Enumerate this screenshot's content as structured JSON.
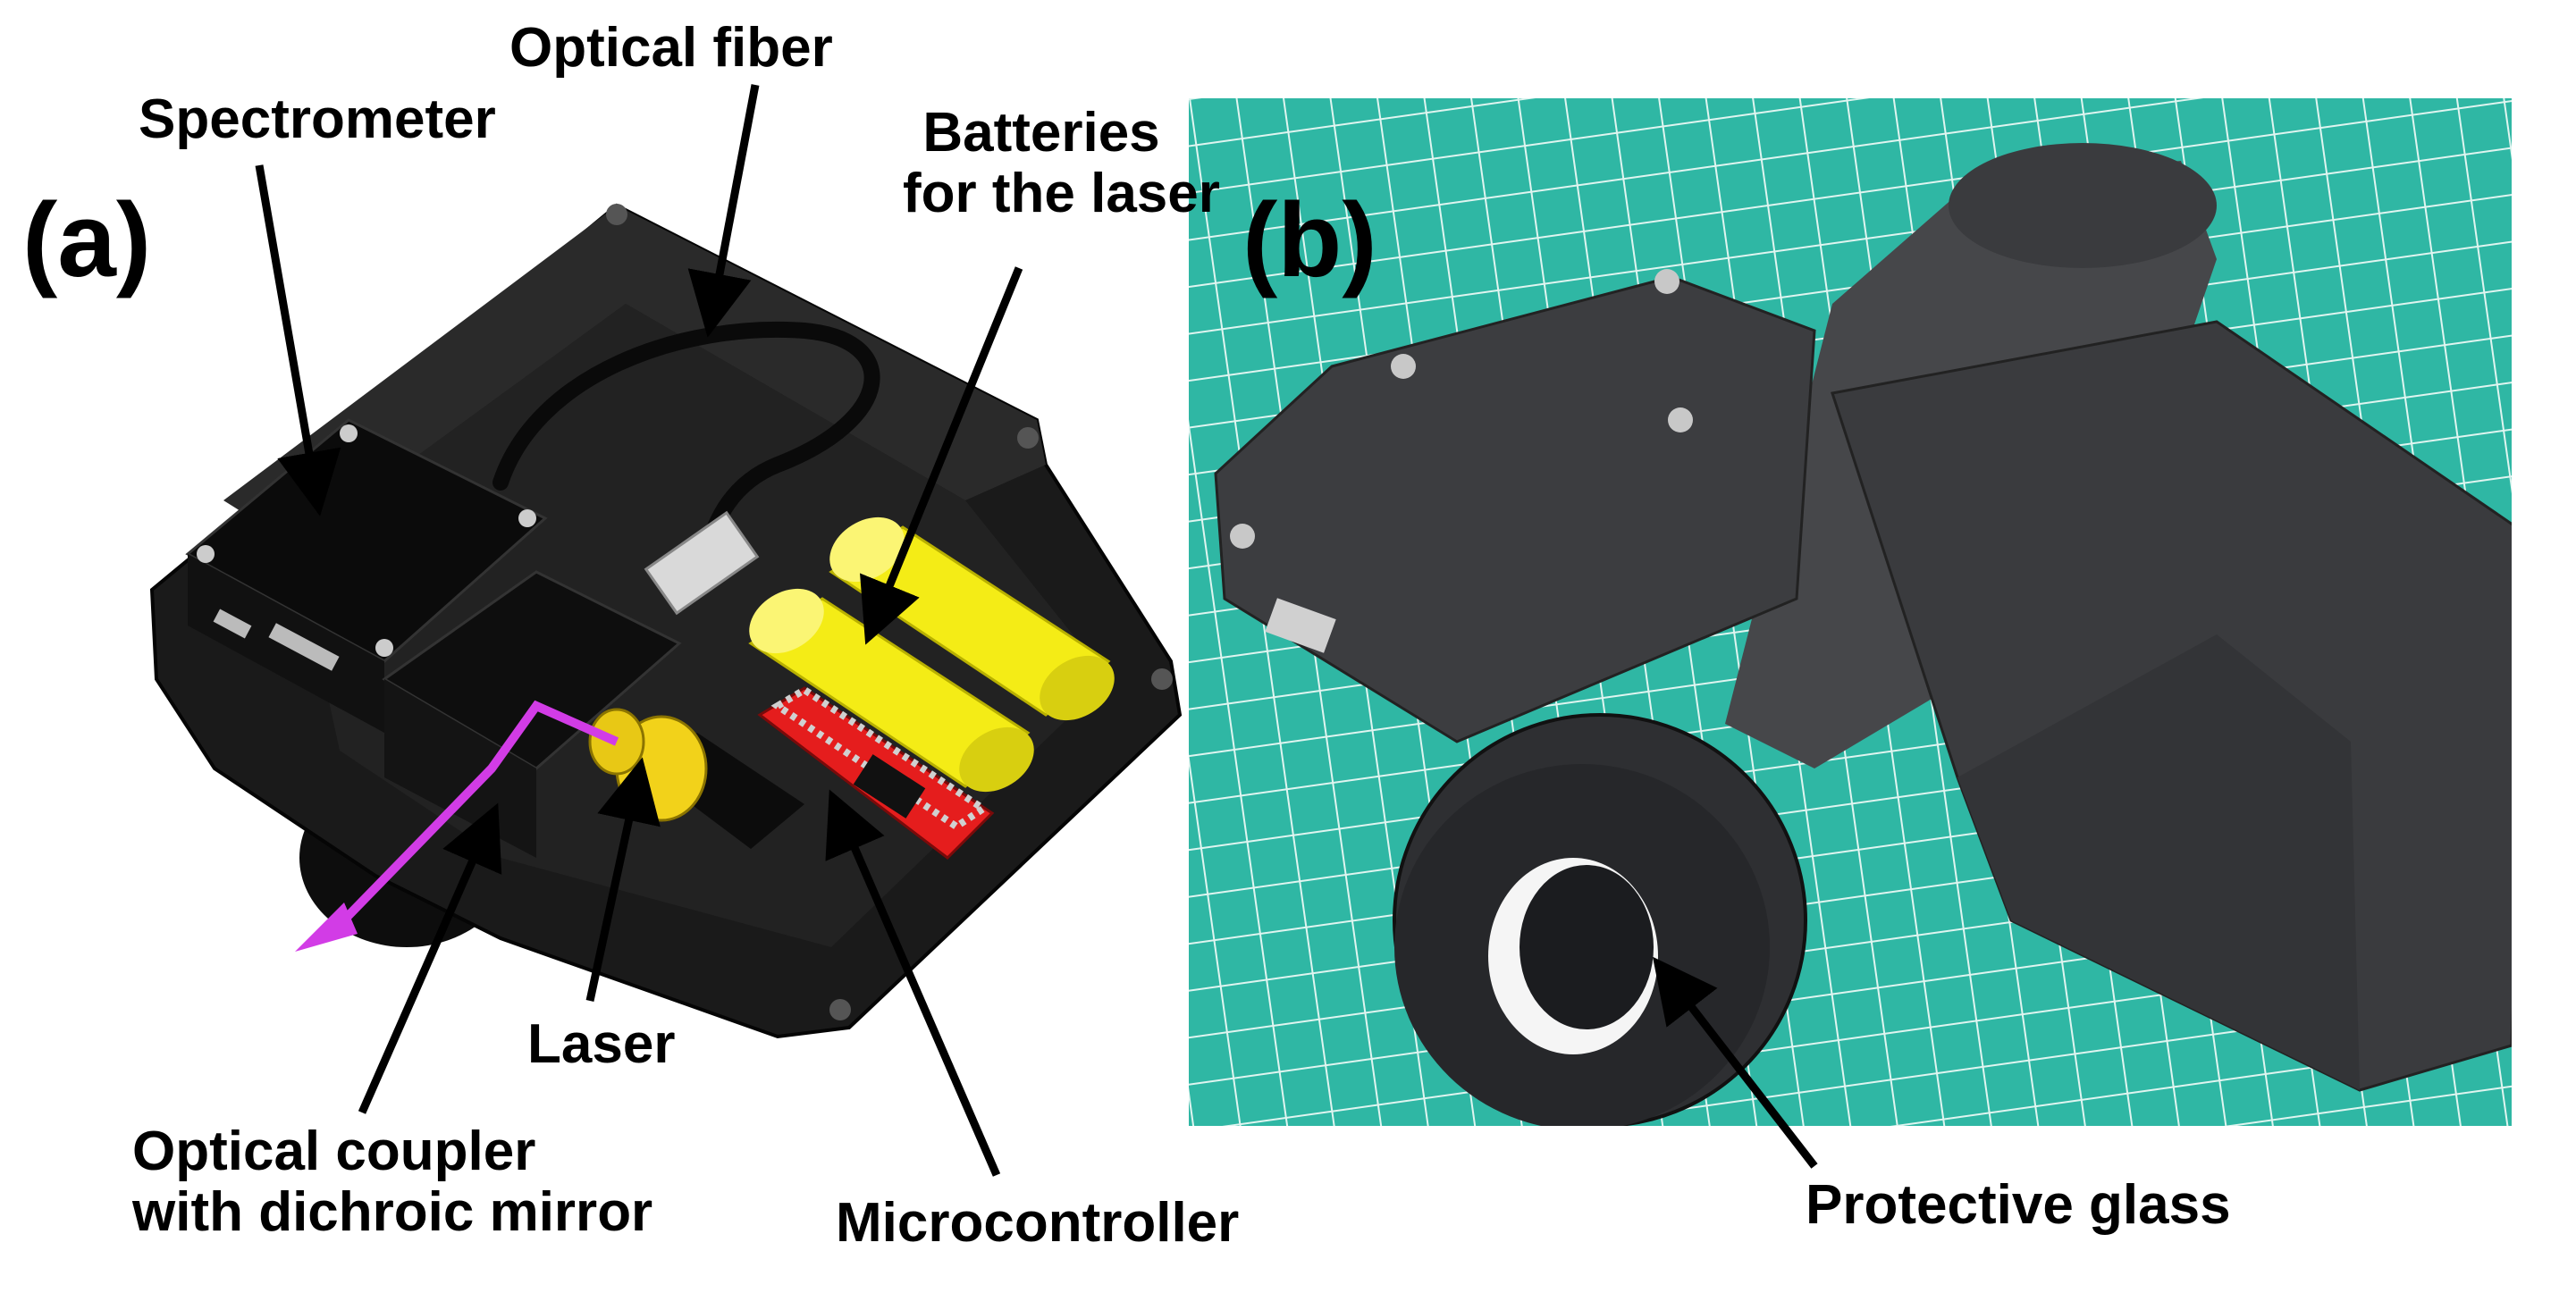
{
  "panel_a": {
    "tag": "(a)",
    "labels": {
      "spectrometer": "Spectrometer",
      "optical_fiber": "Optical fiber",
      "batteries_line1": "Batteries",
      "batteries_line2": "for the laser",
      "laser": "Laser",
      "coupler_line1": "Optical coupler",
      "coupler_line2": "with dichroic mirror",
      "microcontroller": "Microcontroller"
    }
  },
  "panel_b": {
    "tag": "(b)",
    "labels": {
      "protective_glass": "Protective glass"
    }
  },
  "colors": {
    "enclosure": "#161616",
    "battery": "#f4ec16",
    "laser_body": "#f2d21a",
    "board": "#e51d1d",
    "beam": "#d23ce6",
    "mat_teal": "#2fb7a4",
    "grid_line": "#dff5f0",
    "printed_gray": "#3c3d40"
  }
}
